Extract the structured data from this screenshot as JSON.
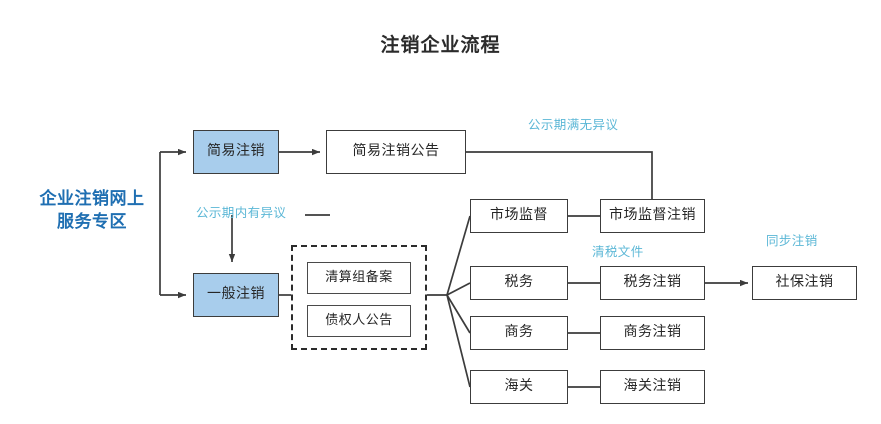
{
  "title": "注销企业流程",
  "entry": {
    "name": "entry-label",
    "text": "企业注销网上\n服务专区",
    "line1": "企业注销网上",
    "line2": "服务专区",
    "color": "#1f6fb2"
  },
  "colors": {
    "highlight_fill": "#a8cdec",
    "box_border": "#3c3c3c",
    "edge_label": "#5bb7d6",
    "entry_text": "#1f6fb2",
    "title_text": "#2b2b2b",
    "node_text": "#262626",
    "background": "#ffffff"
  },
  "nodes": {
    "simple_cancel": "简易注销",
    "general_cancel": "一般注销",
    "simple_cancel_notice": "简易注销公告",
    "liquidation_filing": "清算组备案",
    "creditor_notice": "债权人公告",
    "market_supervision": "市场监督",
    "tax": "税务",
    "commerce": "商务",
    "customs": "海关",
    "market_supervision_cancel": "市场监督注销",
    "tax_cancel": "税务注销",
    "commerce_cancel": "商务注销",
    "customs_cancel": "海关注销",
    "social_security_cancel": "社保注销"
  },
  "edge_labels": {
    "no_objection": "公示期满无异议",
    "has_objection": "公示期内有异议",
    "tax_clearance_doc": "清税文件",
    "synchronous_cancel": "同步注销"
  }
}
